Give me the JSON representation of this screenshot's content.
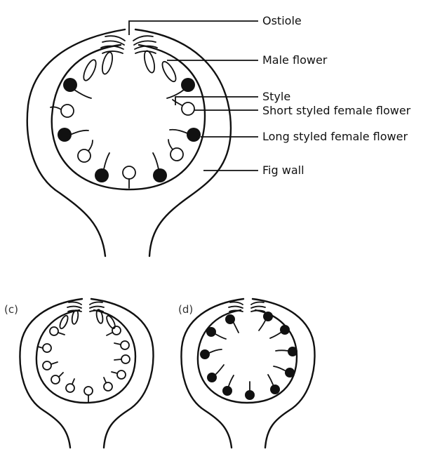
{
  "labels": {
    "ostiole": "Ostiole",
    "male_flower": "Male flower",
    "style": "Style",
    "short_styled": "Short styled female flower",
    "long_styled": "Long styled female flower",
    "fig_wall": "Fig wall"
  },
  "panels": {
    "c": "(c)",
    "d": "(d)"
  },
  "colors": {
    "ink": "#111111",
    "background": "#ffffff"
  }
}
